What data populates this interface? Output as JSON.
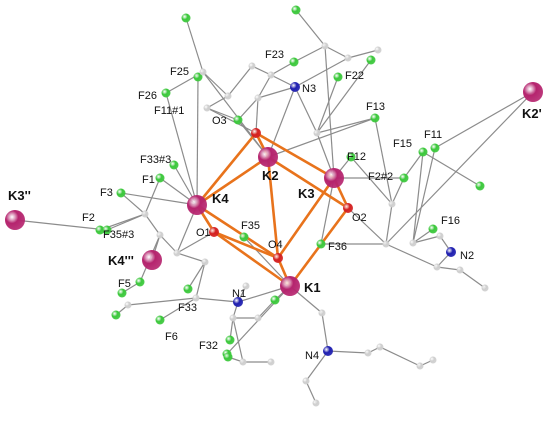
{
  "colors": {
    "potassium": "#b5246e",
    "fluorine": "#3cc83c",
    "nitrogen": "#1f1fb0",
    "oxygen": "#d42020",
    "carbon": "#cfcfcf",
    "bond": "#8c8c8c",
    "k_o_bond": "#e8731c"
  },
  "atom_labels": {
    "K1": "K1",
    "K2": "K2",
    "K3": "K3",
    "K4": "K4",
    "K2p": "K2'",
    "K3pp": "K3''",
    "K4ppp": "K4'''",
    "O1": "O1",
    "O2": "O2",
    "O3": "O3",
    "O4": "O4",
    "N1": "N1",
    "N2": "N2",
    "N3": "N3",
    "N4": "N4",
    "F1": "F1",
    "F2": "F2",
    "F3": "F3",
    "F5": "F5",
    "F6": "F6",
    "F11": "F11",
    "F11_1": "F11#1",
    "F12": "F12",
    "F13": "F13",
    "F15": "F15",
    "F16": "F16",
    "F2_2": "F2#2",
    "F22": "F22",
    "F23": "F23",
    "F25": "F25",
    "F26": "F26",
    "F32": "F32",
    "F33": "F33",
    "F33_3": "F33#3",
    "F35": "F35",
    "F35_3": "F35#3",
    "F36": "F36"
  }
}
